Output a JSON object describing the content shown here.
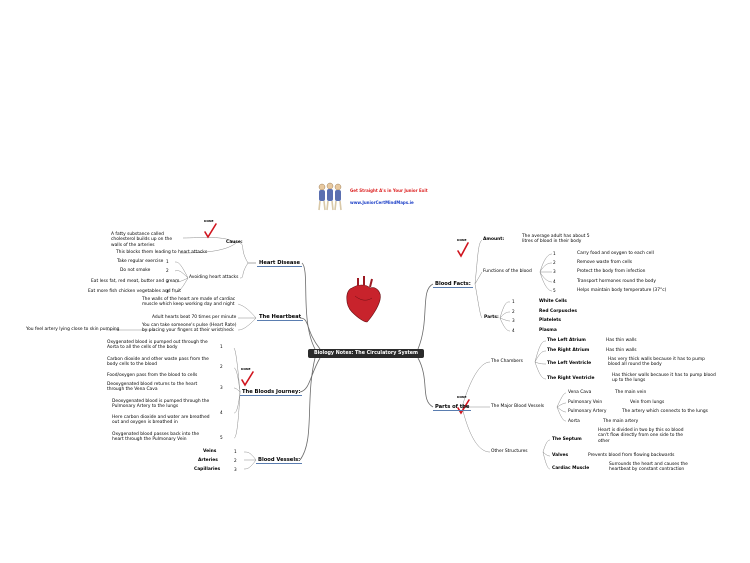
{
  "central_topic": "Biology Notes: The Circulatory System",
  "banner": {
    "tagline": "Get Straight A's in Your Junior Exit",
    "url": "www.JuniorCertMindMaps.ie"
  },
  "left": {
    "heart_disease": {
      "label": "Heart Disease",
      "cause_label": "Cause:",
      "cause_text_1": "A fatty substance called cholesterol builds up on the walls of the arteries",
      "cause_text_2": "This blocks them leading to heart attacks",
      "avoid_label": "Avoiding heart attacks",
      "avoid_items": [
        {
          "num": "1",
          "text": "Take regular exercise"
        },
        {
          "num": "2",
          "text": "Do not smoke"
        },
        {
          "num": "3",
          "text": "Eat less fat, red meat, butter and cream"
        },
        {
          "num": "4",
          "text": "Eat more fish chicken vegetables and fruit"
        }
      ]
    },
    "heartbeat": {
      "label": "The Heartbeat",
      "text_1": "The walls of the heart are made of cardiac muscle which keep working day and night",
      "text_2": "Adult hearts beat 70 times per minute",
      "text_3": "You can take someone's pulse (Heart Rate) by placing your fingers at their wrist/neck",
      "text_4": "You feel artery lying close to skin pumping"
    },
    "journey": {
      "label": "The Bloods Journey:",
      "steps": [
        {
          "num": "1",
          "text": "Oxygenated blood is pumped out through the Aorta to all the cells of the body"
        },
        {
          "num": "2",
          "text": "Carbon dioxide and other waste pass from the body cells to the blood"
        },
        {
          "num": "",
          "text": "Food/oxygen pass from the blood to cells"
        },
        {
          "num": "3",
          "text": "Deoxygenated blood returns to the heart through the Vena Cava"
        },
        {
          "num": "4",
          "text": "Deoxygenated blood is pumped through the Pulmonary Artery to the lungs"
        },
        {
          "num": "",
          "text": "Here carbon dioxide and water are breathed out and oxygen is breathed in"
        },
        {
          "num": "5",
          "text": "Oxygenated blood passes back into the heart through the Pulmonary Vein"
        }
      ]
    },
    "vessels": {
      "label": "Blood Vessels:",
      "items": [
        {
          "num": "1",
          "text": "Veins"
        },
        {
          "num": "2",
          "text": "Arteries"
        },
        {
          "num": "3",
          "text": "Capillaries"
        }
      ]
    }
  },
  "right": {
    "facts": {
      "label": "Blood Facts:",
      "amount_label": "Amount:",
      "amount_text": "The average adult has about 5 litres of blood in their body",
      "functions_label": "Functions of the blood",
      "functions": [
        {
          "num": "1",
          "text": "Carry food and oxygen to each cell"
        },
        {
          "num": "2",
          "text": "Remove waste from cells"
        },
        {
          "num": "3",
          "text": "Protect the body from infection"
        },
        {
          "num": "4",
          "text": "Transport hormones round the body"
        },
        {
          "num": "5",
          "text": "Helps maintain body temperature (37°c)"
        }
      ],
      "parts_label": "Parts:",
      "parts": [
        {
          "num": "1",
          "text": "White Cells"
        },
        {
          "num": "2",
          "text": "Red Corpuscles"
        },
        {
          "num": "3",
          "text": "Platelets"
        },
        {
          "num": "4",
          "text": "Plasma"
        }
      ]
    },
    "parts_heart": {
      "label": "Parts of the",
      "chambers_label": "The Chambers",
      "chambers": [
        {
          "name": "The Left Atrium",
          "desc": "Has thin walls"
        },
        {
          "name": "The Right Atrium",
          "desc": "Has thin walls"
        },
        {
          "name": "The Left Ventricle",
          "desc": "Has very thick walls because it has to pump blood all round the body"
        },
        {
          "name": "The Right Ventricle",
          "desc": "Has thicker walls because it has to pump blood up to the lungs"
        }
      ],
      "vessels_label": "The Major Blood Vessels",
      "vessels": [
        {
          "name": "Vena Cava",
          "desc": "The main vein"
        },
        {
          "name": "Pulmonary Vein",
          "desc": "Vein from lungs"
        },
        {
          "name": "Pulmonary Artery",
          "desc": "The artery which connects to the lungs"
        },
        {
          "name": "Aorta",
          "desc": "The main artery"
        }
      ],
      "other_label": "Other Structures",
      "others": [
        {
          "name": "The Septum",
          "desc": "Heart is divided in two by this so blood can't flow directly from one side to the other"
        },
        {
          "name": "Valves",
          "desc": "Prevents blood from flowing backwards"
        },
        {
          "name": "Cardiac Muscle",
          "desc": "Surrounds the heart and causes the heartbeat by constant contraction"
        }
      ]
    }
  },
  "flags": [
    "DONE",
    "DONE",
    "DONE",
    "DONE"
  ]
}
